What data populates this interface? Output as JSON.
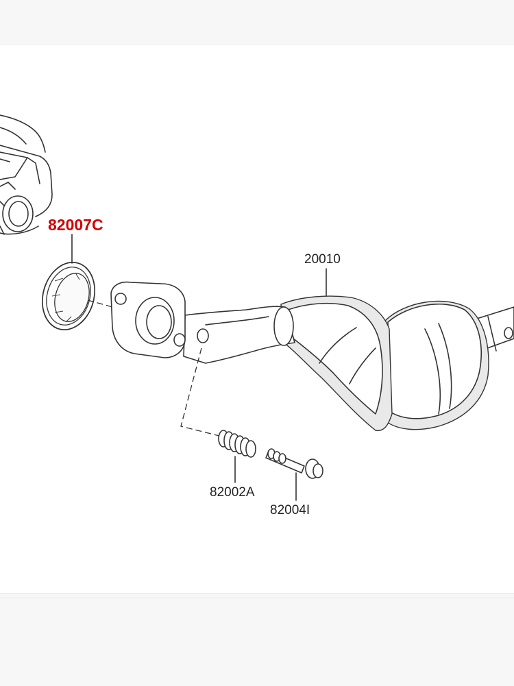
{
  "diagram": {
    "parts": [
      {
        "id": "gasket",
        "label": "82007C",
        "highlight": true
      },
      {
        "id": "catalytic_converter",
        "label": "20010",
        "highlight": false
      },
      {
        "id": "spring",
        "label": "82002A",
        "highlight": false
      },
      {
        "id": "bolt",
        "label": "82004I",
        "highlight": false
      }
    ],
    "colors": {
      "highlight_label": "#d40000",
      "line": "#333333",
      "background": "#ffffff",
      "page_background": "#f7f7f7"
    }
  }
}
